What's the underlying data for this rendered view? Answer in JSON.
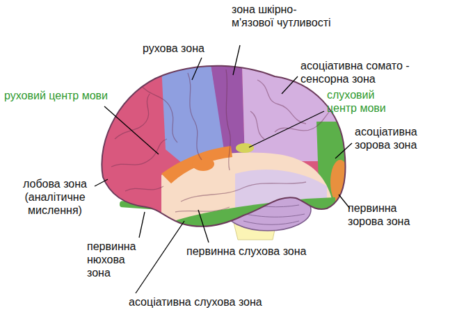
{
  "diagram": {
    "labels": [
      "зона шкірно-м'язової чутливості",
      "рухова зона",
      "асоціативна сомато - сенсорна зона",
      "руховий центр мови",
      "слуховий центр мови",
      "асоціативна зорова зона",
      "лобова зона (аналітичне мислення)",
      "первинна зорова зона",
      "первинна нюхова зона",
      "первинна слухова зона",
      "асоціативна слухова зона"
    ]
  }
}
